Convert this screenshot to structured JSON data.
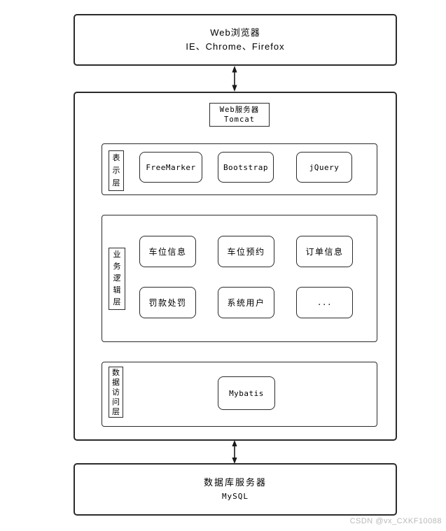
{
  "browser_box": {
    "title": "Web浏览器",
    "subtitle": "IE、Chrome、Firefox"
  },
  "server_box": {
    "title": "Web服务器",
    "subtitle": "Tomcat"
  },
  "layers": {
    "presentation": {
      "label": "表示层",
      "items": [
        "FreeMarker",
        "Bootstrap",
        "jQuery"
      ]
    },
    "business": {
      "label": "业务逻辑层",
      "items": [
        "车位信息",
        "车位预约",
        "订单信息",
        "罚款处罚",
        "系统用户",
        "..."
      ]
    },
    "data_access": {
      "label": "数据访问层",
      "items": [
        "Mybatis"
      ]
    }
  },
  "database_box": {
    "title": "数据库服务器",
    "subtitle": "MySQL"
  },
  "watermark": "CSDN @vx_CXKF10088",
  "colors": {
    "line": "#2b2b2b",
    "watermark": "#b9b9b9",
    "background": "#ffffff"
  }
}
